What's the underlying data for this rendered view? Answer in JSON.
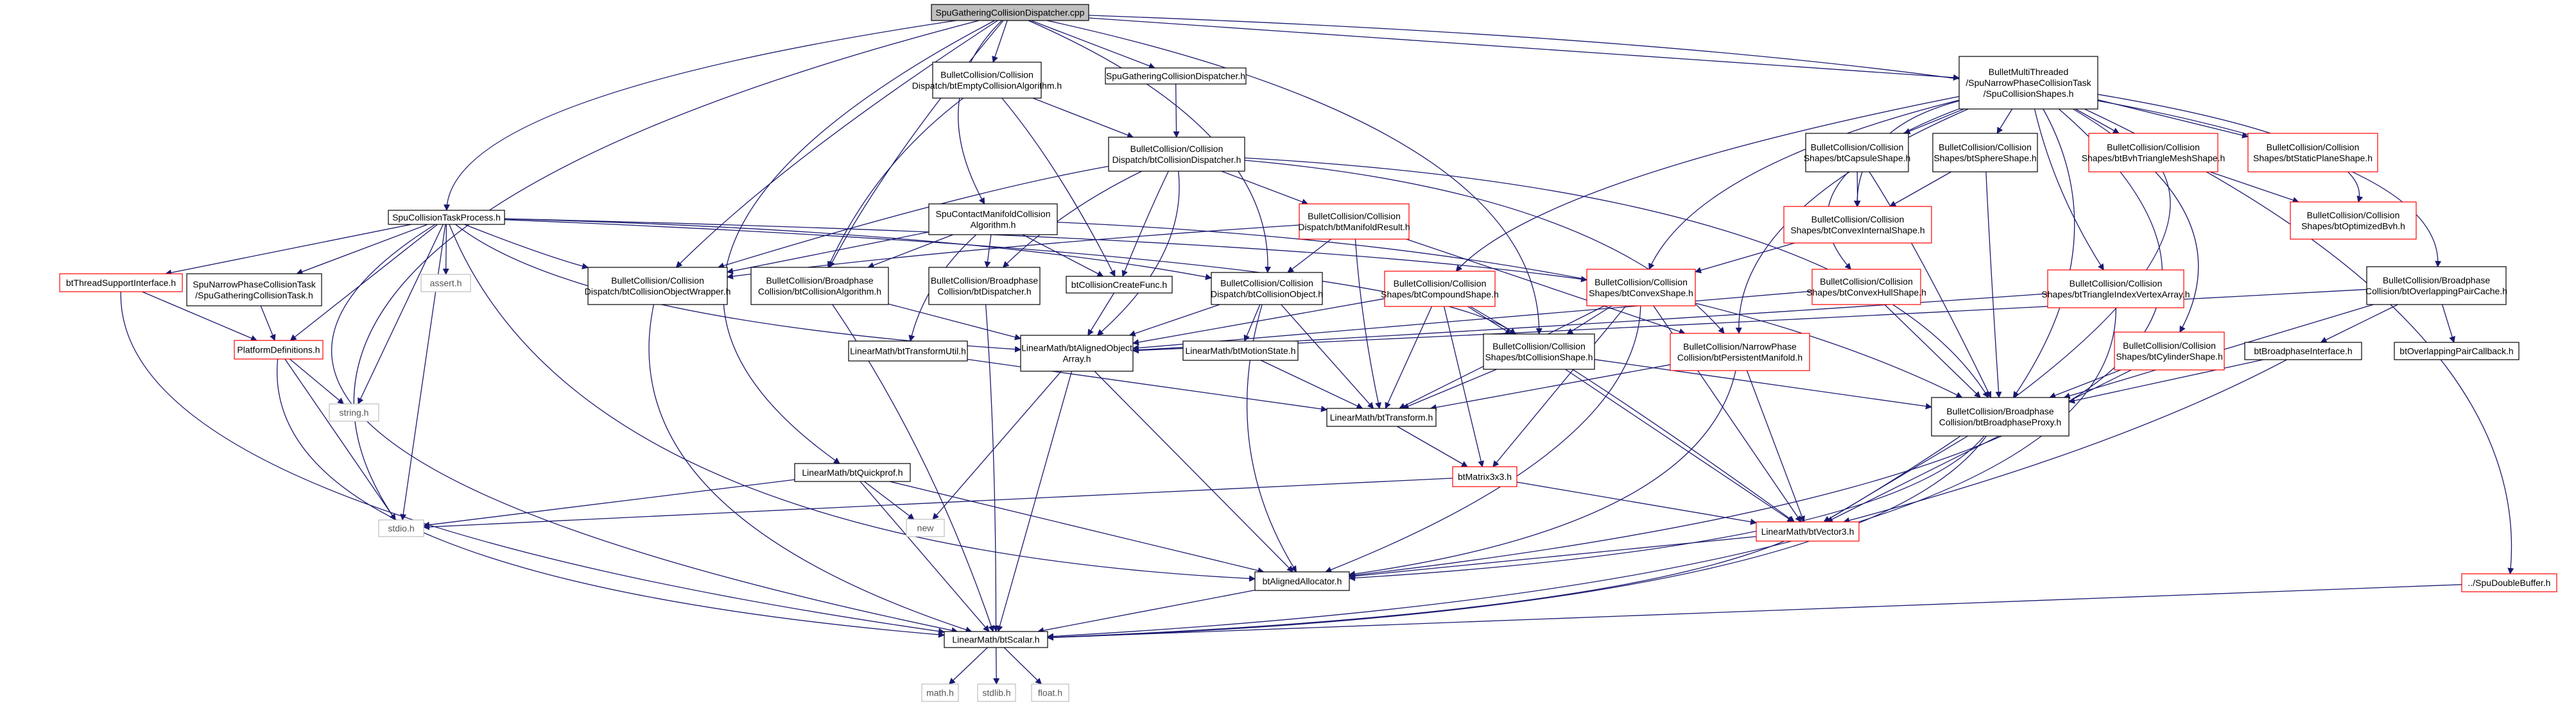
{
  "colors": {
    "edge": "#191970",
    "box_border_black": "#000000",
    "box_border_red": "#ff0000",
    "box_border_gray": "#bfbfbf",
    "root_fill": "#bfbfbf",
    "box_fill": "#ffffff"
  },
  "nodes": {
    "root": {
      "lines": [
        "SpuGatheringCollisionDispatcher.cpp"
      ],
      "border": "black",
      "fill": "root"
    },
    "spu_task_process": {
      "lines": [
        "SpuCollisionTaskProcess.h"
      ],
      "border": "black"
    },
    "empty_coll_algo": {
      "lines": [
        "BulletCollision/Collision",
        "Dispatch/btEmptyCollisionAlgorithm.h"
      ],
      "border": "black"
    },
    "spu_gath_disp_h": {
      "lines": [
        "SpuGatheringCollisionDispatcher.h"
      ],
      "border": "black"
    },
    "mt_spu_coll_shapes": {
      "lines": [
        "BulletMultiThreaded",
        "/SpuNarrowPhaseCollisionTask",
        "/SpuCollisionShapes.h"
      ],
      "border": "black"
    },
    "coll_dispatcher": {
      "lines": [
        "BulletCollision/Collision",
        "Dispatch/btCollisionDispatcher.h"
      ],
      "border": "black"
    },
    "spu_contact_mf_algo": {
      "lines": [
        "SpuContactManifoldCollision",
        "Algorithm.h"
      ],
      "border": "black"
    },
    "manifold_result": {
      "lines": [
        "BulletCollision/Collision",
        "Dispatch/btManifoldResult.h"
      ],
      "border": "red"
    },
    "capsule_shape": {
      "lines": [
        "BulletCollision/Collision",
        "Shapes/btCapsuleShape.h"
      ],
      "border": "black"
    },
    "sphere_shape": {
      "lines": [
        "BulletCollision/Collision",
        "Shapes/btSphereShape.h"
      ],
      "border": "black"
    },
    "bvh_tri_mesh": {
      "lines": [
        "BulletCollision/Collision",
        "Shapes/btBvhTriangleMeshShape.h"
      ],
      "border": "red"
    },
    "static_plane": {
      "lines": [
        "BulletCollision/Collision",
        "Shapes/btStaticPlaneShape.h"
      ],
      "border": "red"
    },
    "convex_internal": {
      "lines": [
        "BulletCollision/Collision",
        "Shapes/btConvexInternalShape.h"
      ],
      "border": "red"
    },
    "optimized_bvh": {
      "lines": [
        "BulletCollision/Collision",
        "Shapes/btOptimizedBvh.h"
      ],
      "border": "red"
    },
    "thread_support": {
      "lines": [
        "btThreadSupportInterface.h"
      ],
      "border": "red"
    },
    "spu_np_task": {
      "lines": [
        "SpuNarrowPhaseCollisionTask",
        "/SpuGatheringCollisionTask.h"
      ],
      "border": "black"
    },
    "assert_h": {
      "lines": [
        "assert.h"
      ],
      "border": "gray"
    },
    "coll_obj_wrapper": {
      "lines": [
        "BulletCollision/Collision",
        "Dispatch/btCollisionObjectWrapper.h"
      ],
      "border": "black"
    },
    "bp_coll_algo": {
      "lines": [
        "BulletCollision/Broadphase",
        "Collision/btCollisionAlgorithm.h"
      ],
      "border": "black"
    },
    "bp_dispatcher": {
      "lines": [
        "BulletCollision/Broadphase",
        "Collision/btDispatcher.h"
      ],
      "border": "black"
    },
    "coll_create_func": {
      "lines": [
        "btCollisionCreateFunc.h"
      ],
      "border": "black"
    },
    "coll_object": {
      "lines": [
        "BulletCollision/Collision",
        "Dispatch/btCollisionObject.h"
      ],
      "border": "black"
    },
    "compound_shape": {
      "lines": [
        "BulletCollision/Collision",
        "Shapes/btCompoundShape.h"
      ],
      "border": "red"
    },
    "convex_shape": {
      "lines": [
        "BulletCollision/Collision",
        "Shapes/btConvexShape.h"
      ],
      "border": "red"
    },
    "convex_hull": {
      "lines": [
        "BulletCollision/Collision",
        "Shapes/btConvexHullShape.h"
      ],
      "border": "red"
    },
    "tri_index_vert": {
      "lines": [
        "BulletCollision/Collision",
        "Shapes/btTriangleIndexVertexArray.h"
      ],
      "border": "red"
    },
    "overlap_pair_cache": {
      "lines": [
        "BulletCollision/Broadphase",
        "Collision/btOverlappingPairCache.h"
      ],
      "border": "black"
    },
    "platform_defs": {
      "lines": [
        "PlatformDefinitions.h"
      ],
      "border": "red"
    },
    "aligned_obj_array": {
      "lines": [
        "LinearMath/btAlignedObject",
        "Array.h"
      ],
      "border": "black"
    },
    "transform_util": {
      "lines": [
        "LinearMath/btTransformUtil.h"
      ],
      "border": "black"
    },
    "motion_state": {
      "lines": [
        "LinearMath/btMotionState.h"
      ],
      "border": "black"
    },
    "collision_shape": {
      "lines": [
        "BulletCollision/Collision",
        "Shapes/btCollisionShape.h"
      ],
      "border": "black"
    },
    "persistent_mf": {
      "lines": [
        "BulletCollision/NarrowPhase",
        "Collision/btPersistentManifold.h"
      ],
      "border": "red"
    },
    "cylinder_shape": {
      "lines": [
        "BulletCollision/Collision",
        "Shapes/btCylinderShape.h"
      ],
      "border": "red"
    },
    "bp_interface": {
      "lines": [
        "btBroadphaseInterface.h"
      ],
      "border": "black"
    },
    "overlap_pair_cb": {
      "lines": [
        "btOverlappingPairCallback.h"
      ],
      "border": "black"
    },
    "bp_proxy": {
      "lines": [
        "BulletCollision/Broadphase",
        "Collision/btBroadphaseProxy.h"
      ],
      "border": "black"
    },
    "string_h": {
      "lines": [
        "string.h"
      ],
      "border": "gray"
    },
    "transform_h": {
      "lines": [
        "LinearMath/btTransform.h"
      ],
      "border": "black"
    },
    "quickprof": {
      "lines": [
        "LinearMath/btQuickprof.h"
      ],
      "border": "black"
    },
    "matrix3x3": {
      "lines": [
        "btMatrix3x3.h"
      ],
      "border": "red"
    },
    "stdio_h": {
      "lines": [
        "stdio.h"
      ],
      "border": "gray"
    },
    "new_h": {
      "lines": [
        "new"
      ],
      "border": "gray"
    },
    "vector3": {
      "lines": [
        "LinearMath/btVector3.h"
      ],
      "border": "red"
    },
    "aligned_alloc": {
      "lines": [
        "btAlignedAllocator.h"
      ],
      "border": "black"
    },
    "spu_double_buf": {
      "lines": [
        "../SpuDoubleBuffer.h"
      ],
      "border": "red"
    },
    "scalar": {
      "lines": [
        "LinearMath/btScalar.h"
      ],
      "border": "black"
    },
    "math_h": {
      "lines": [
        "math.h"
      ],
      "border": "gray"
    },
    "stdlib_h": {
      "lines": [
        "stdlib.h"
      ],
      "border": "gray"
    },
    "float_h": {
      "lines": [
        "float.h"
      ],
      "border": "gray"
    }
  }
}
